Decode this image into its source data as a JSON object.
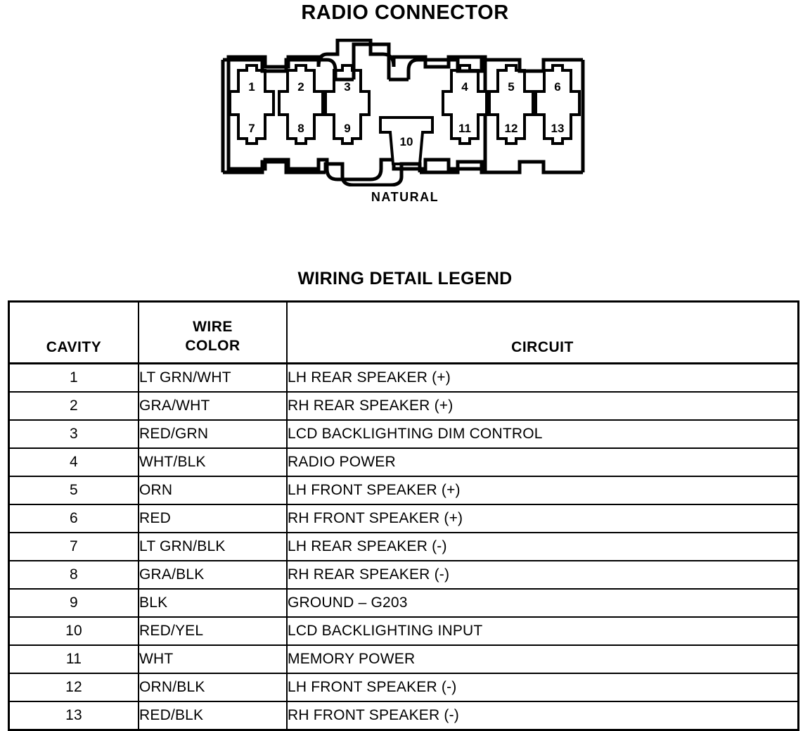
{
  "page": {
    "title": "RADIO CONNECTOR",
    "legend_title": "WIRING DETAIL LEGEND",
    "connector_label": "NATURAL",
    "line_color": "#000000",
    "background_color": "#ffffff"
  },
  "connector": {
    "name": "radio-connector",
    "cavity_count": 13,
    "top_row": [
      "1",
      "2",
      "3",
      "4",
      "5",
      "6"
    ],
    "bottom_row": [
      "7",
      "8",
      "9",
      "11",
      "12",
      "13"
    ],
    "center_cavity": "10",
    "cavities": [
      {
        "id": "1",
        "row": "top",
        "group": "left"
      },
      {
        "id": "2",
        "row": "top",
        "group": "left"
      },
      {
        "id": "3",
        "row": "top",
        "group": "left"
      },
      {
        "id": "4",
        "row": "top",
        "group": "right"
      },
      {
        "id": "5",
        "row": "top",
        "group": "right"
      },
      {
        "id": "6",
        "row": "top",
        "group": "right"
      },
      {
        "id": "7",
        "row": "bottom",
        "group": "left"
      },
      {
        "id": "8",
        "row": "bottom",
        "group": "left"
      },
      {
        "id": "9",
        "row": "bottom",
        "group": "left"
      },
      {
        "id": "10",
        "row": "center",
        "group": "center"
      },
      {
        "id": "11",
        "row": "bottom",
        "group": "right"
      },
      {
        "id": "12",
        "row": "bottom",
        "group": "right"
      },
      {
        "id": "13",
        "row": "bottom",
        "group": "right"
      }
    ]
  },
  "table": {
    "headers": {
      "cavity": "CAVITY",
      "wire_line1": "WIRE",
      "wire_line2": "COLOR",
      "circuit": "CIRCUIT"
    },
    "rows": [
      {
        "cavity": "1",
        "wire_color": "LT GRN/WHT",
        "circuit": "LH REAR SPEAKER (+)"
      },
      {
        "cavity": "2",
        "wire_color": "GRA/WHT",
        "circuit": "RH REAR SPEAKER (+)"
      },
      {
        "cavity": "3",
        "wire_color": "RED/GRN",
        "circuit": "LCD BACKLIGHTING DIM CONTROL"
      },
      {
        "cavity": "4",
        "wire_color": "WHT/BLK",
        "circuit": "RADIO POWER"
      },
      {
        "cavity": "5",
        "wire_color": "ORN",
        "circuit": "LH FRONT SPEAKER (+)"
      },
      {
        "cavity": "6",
        "wire_color": "RED",
        "circuit": "RH FRONT SPEAKER (+)"
      },
      {
        "cavity": "7",
        "wire_color": "LT GRN/BLK",
        "circuit": "LH REAR SPEAKER (-)"
      },
      {
        "cavity": "8",
        "wire_color": "GRA/BLK",
        "circuit": "RH REAR SPEAKER (-)"
      },
      {
        "cavity": "9",
        "wire_color": "BLK",
        "circuit": "GROUND – G203"
      },
      {
        "cavity": "10",
        "wire_color": "RED/YEL",
        "circuit": "LCD BACKLIGHTING INPUT"
      },
      {
        "cavity": "11",
        "wire_color": "WHT",
        "circuit": "MEMORY POWER"
      },
      {
        "cavity": "12",
        "wire_color": "ORN/BLK",
        "circuit": "LH FRONT SPEAKER (-)"
      },
      {
        "cavity": "13",
        "wire_color": "RED/BLK",
        "circuit": "RH FRONT SPEAKER (-)"
      }
    ]
  }
}
